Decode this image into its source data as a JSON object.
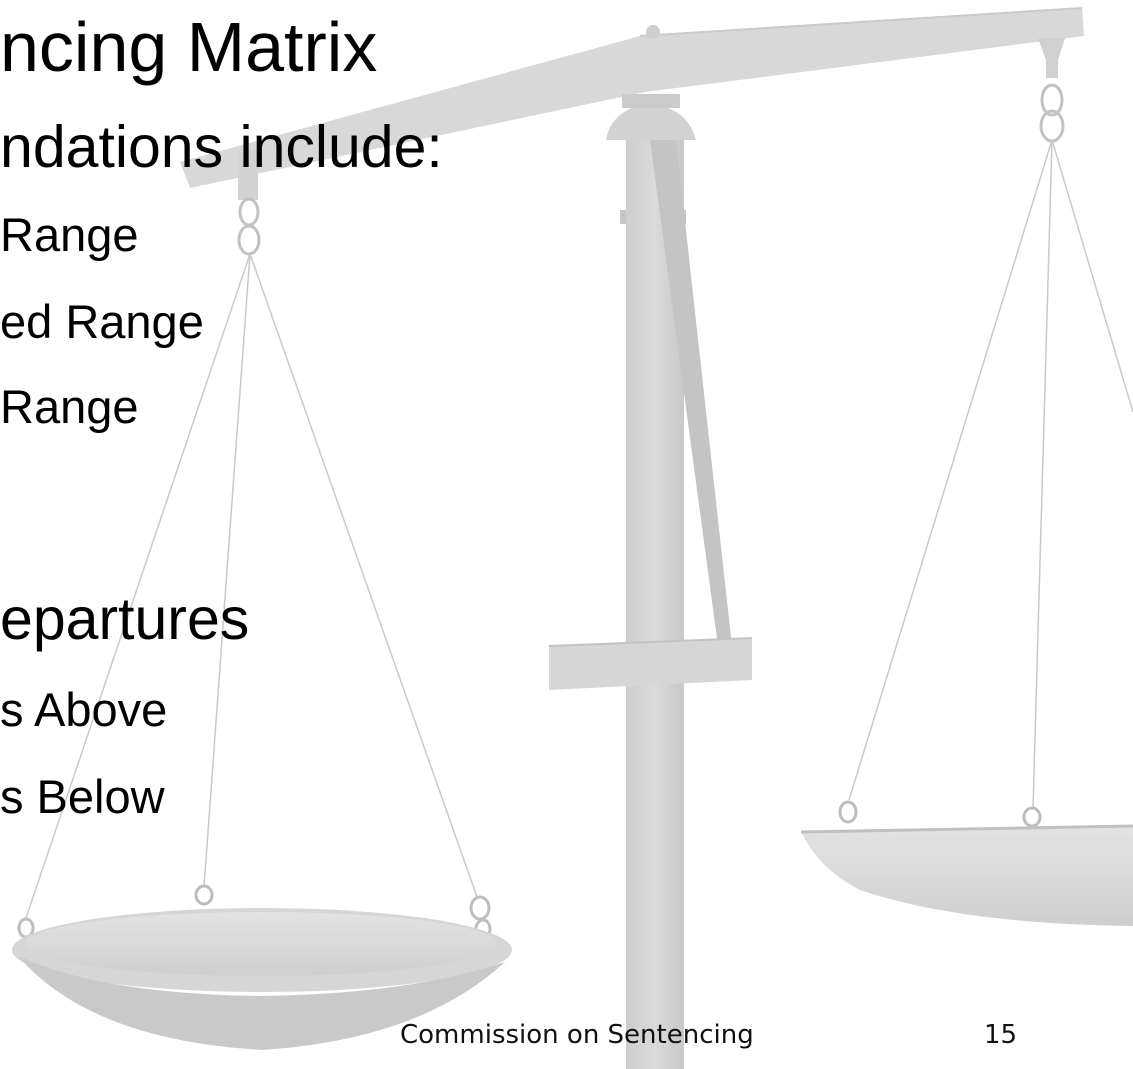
{
  "slide": {
    "title": "ncing Matrix",
    "heading_recommendations": "ndations include:",
    "recommendations": [
      {
        "label": "Range"
      },
      {
        "label": "ed Range"
      },
      {
        "label": "Range"
      }
    ],
    "heading_departures": "epartures",
    "departures": [
      {
        "label": "s Above"
      },
      {
        "label": "s Below"
      }
    ],
    "footer": {
      "organization": "Commission on Sentencing",
      "page_number": "15"
    }
  },
  "background": {
    "image_icon": "scales-of-justice-icon",
    "colors": {
      "scale_light": "#e2e2e2",
      "scale_mid": "#d2d2d2",
      "scale_dark": "#bdbdbd",
      "cord": "#c6c6c6"
    }
  }
}
